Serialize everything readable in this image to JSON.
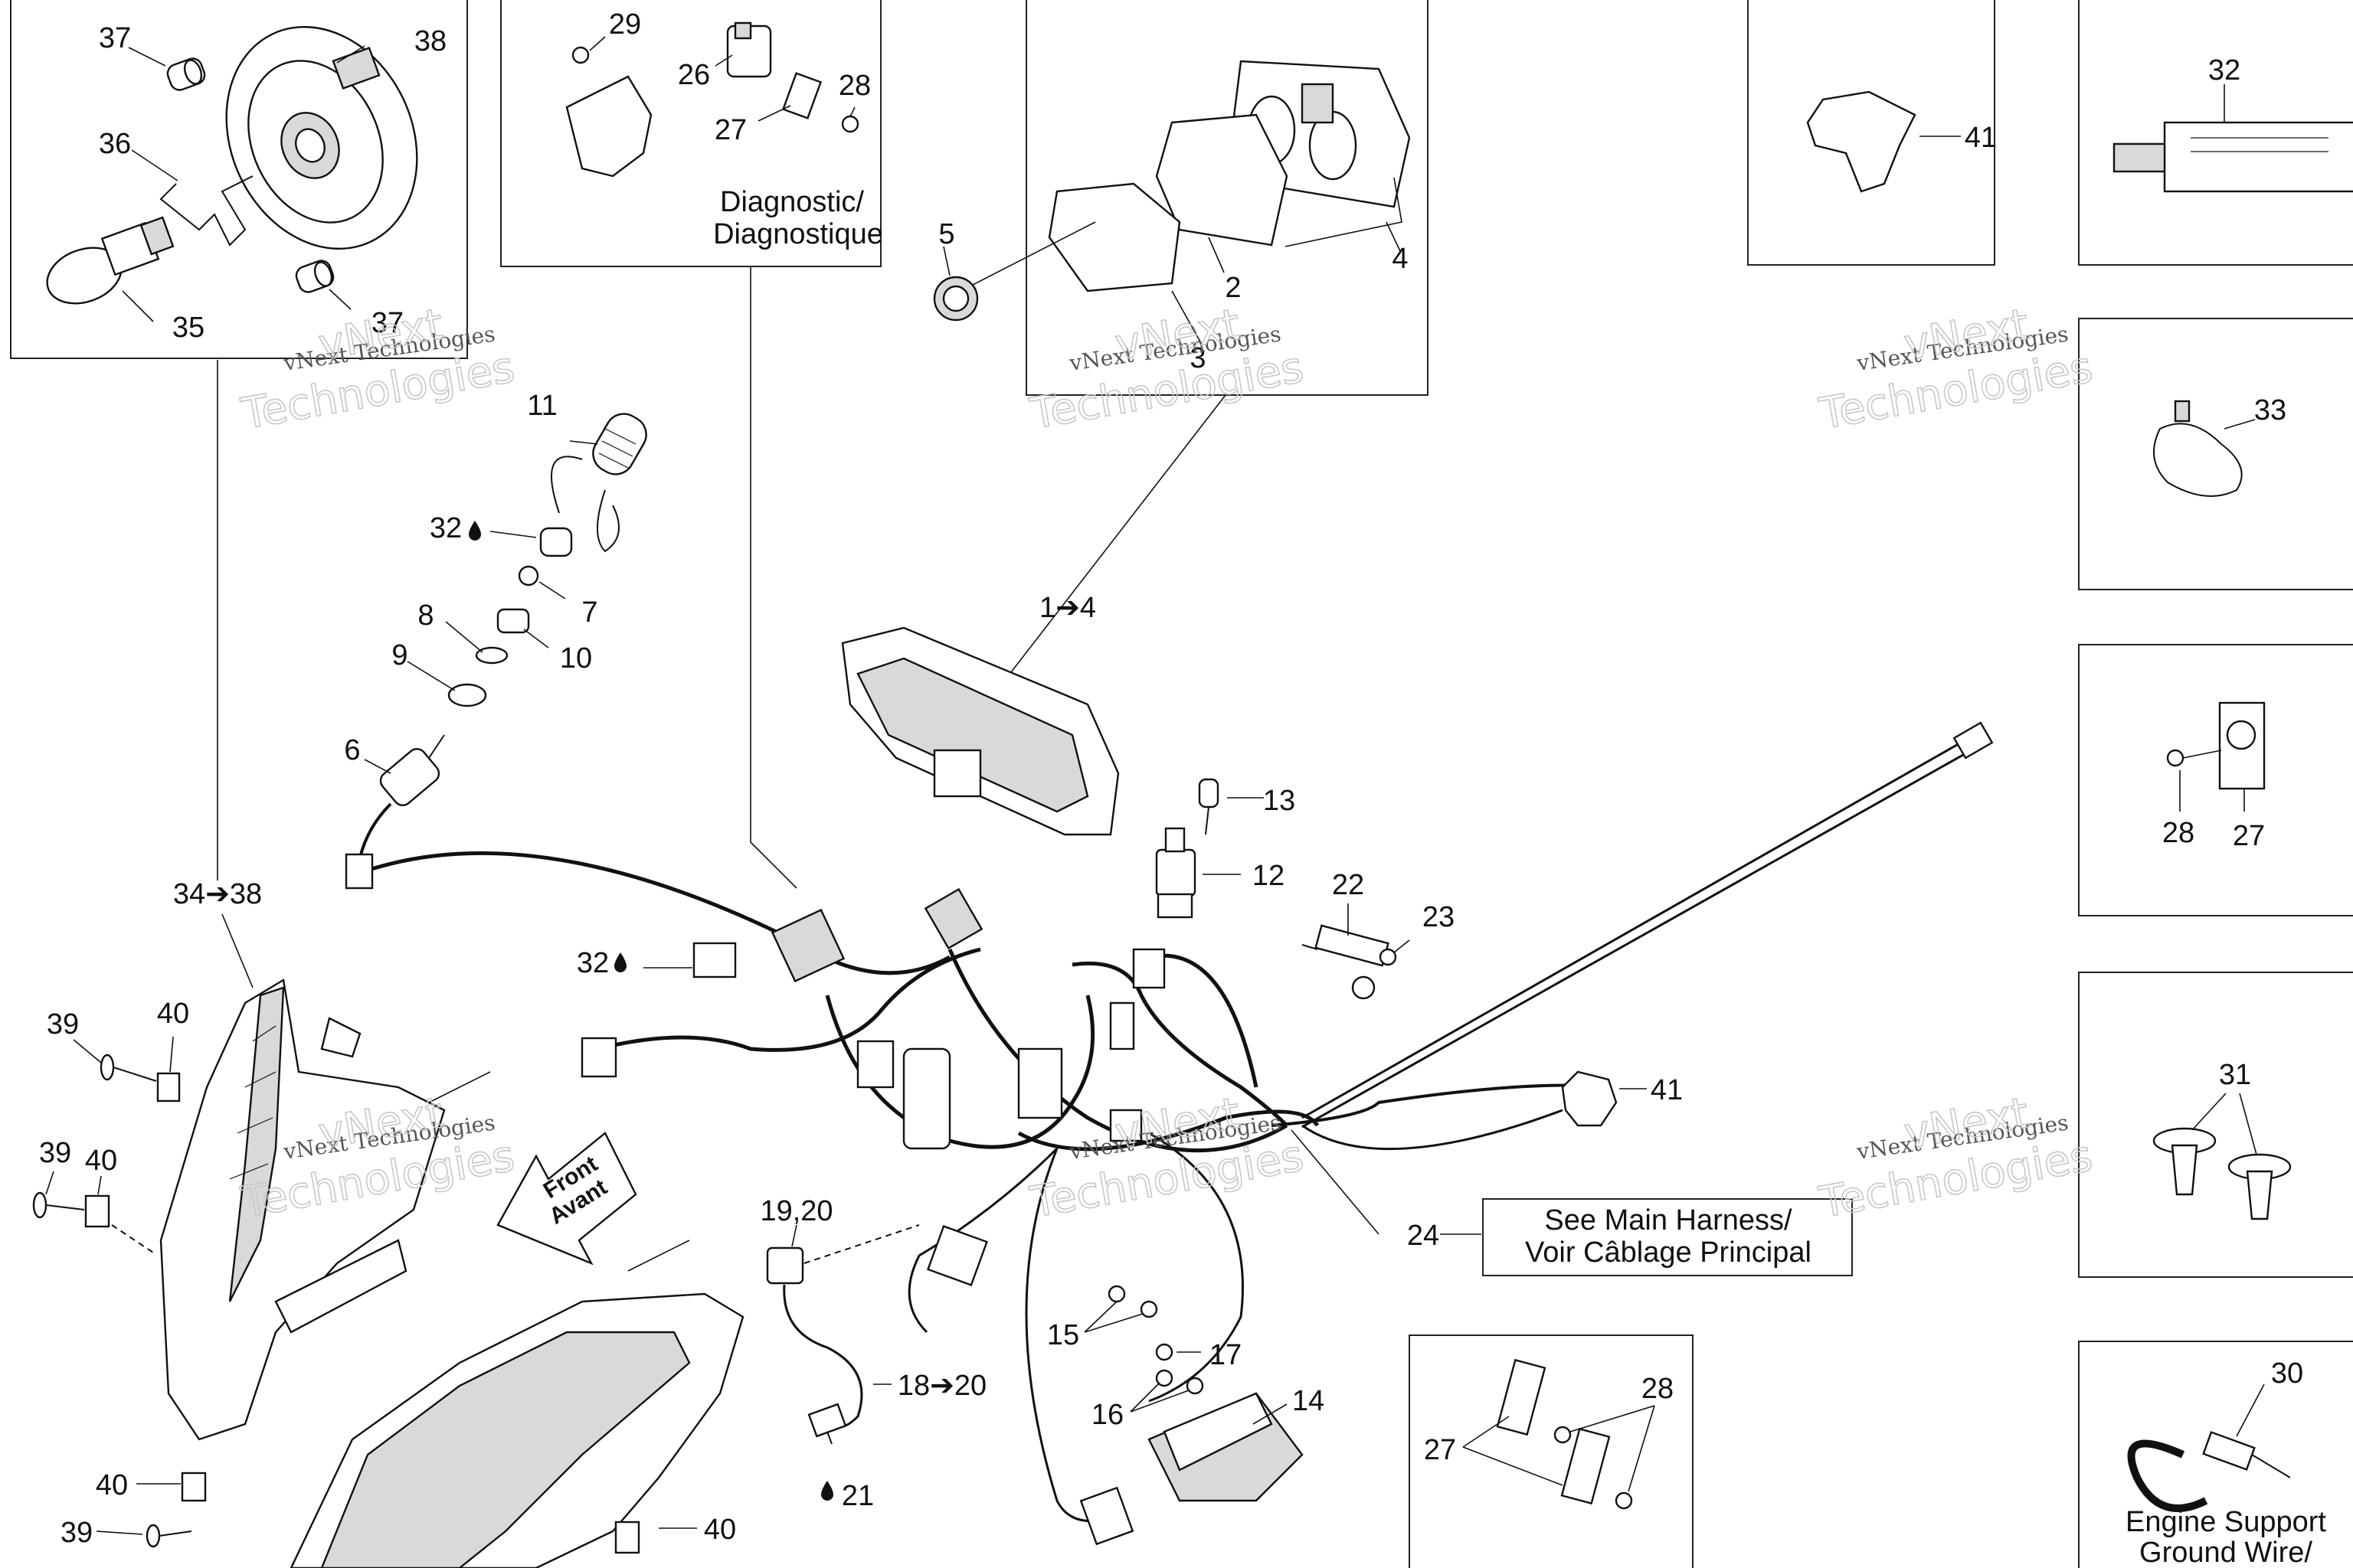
{
  "diagram": {
    "box_diagnostic_label_1": "Diagnostic/",
    "box_diagnostic_label_2": "Diagnostique",
    "callout_harness_1": "See Main Harness/",
    "callout_harness_2": "Voir Câblage Principal",
    "front_label_1": "Front",
    "front_label_2": "Avant",
    "engine_label_1": "Engine Support",
    "engine_label_2": "Ground Wire/",
    "watermark_small": "vNext Technologies",
    "watermark_large_1": "vNext",
    "watermark_large_2": "Technologies",
    "callouts": {
      "c37a": "37",
      "c38": "38",
      "c36": "36",
      "c35": "35",
      "c37b": "37",
      "c29": "29",
      "c26": "26",
      "c28a": "28",
      "c27a": "27",
      "c5": "5",
      "c2": "2",
      "c3": "3",
      "c4": "4",
      "c41a": "41",
      "c32a": "32",
      "c33": "33",
      "c28b": "28",
      "c27b": "27",
      "c31": "31",
      "c30": "30",
      "c11": "11",
      "c32b": "32",
      "c7": "7",
      "c8": "8",
      "c10": "10",
      "c9": "9",
      "c6": "6",
      "c1to4": "1➔4",
      "c13": "13",
      "c12": "12",
      "c22": "22",
      "c23": "23",
      "c34to38": "34➔38",
      "c32c": "32",
      "c39a": "39",
      "c40a": "40",
      "c39b": "39",
      "c40b": "40",
      "c41b": "41",
      "c24": "24",
      "c19_20": "19,20",
      "c18to20": "18➔20",
      "c21": "21",
      "c15": "15",
      "c17": "17",
      "c16": "16",
      "c14": "14",
      "c27c": "27",
      "c28c": "28",
      "c40c": "40",
      "c39c": "39",
      "c40d": "40"
    }
  }
}
